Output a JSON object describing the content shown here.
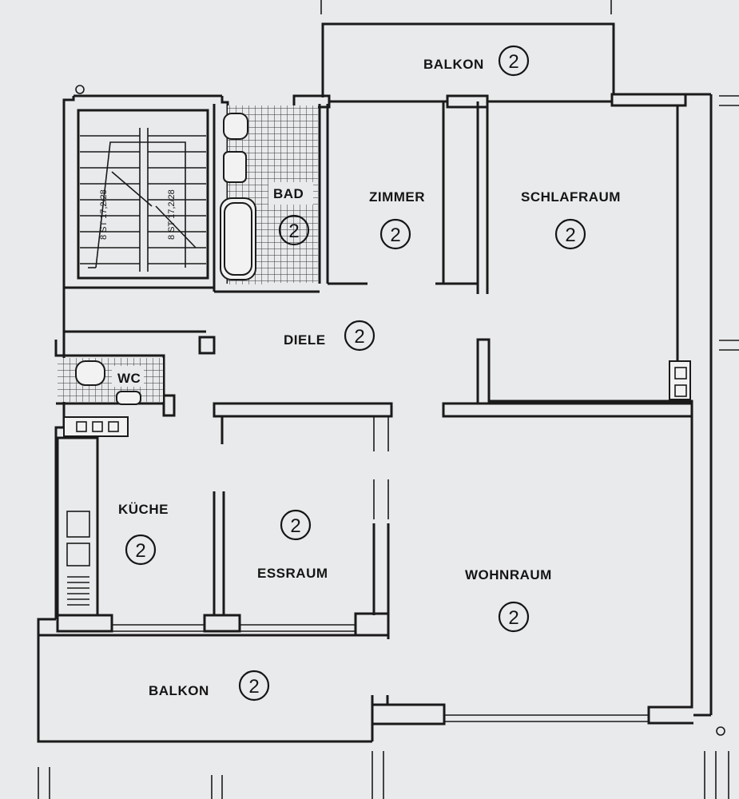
{
  "rooms": [
    {
      "id": "balkon-top",
      "name": "BALKON",
      "number": "2"
    },
    {
      "id": "bad",
      "name": "BAD",
      "number": "2"
    },
    {
      "id": "zimmer",
      "name": "ZIMMER",
      "number": "2"
    },
    {
      "id": "schlafraum",
      "name": "SCHLAFRAUM",
      "number": "2"
    },
    {
      "id": "diele",
      "name": "DIELE",
      "number": "2"
    },
    {
      "id": "wc",
      "name": "WC",
      "number": ""
    },
    {
      "id": "kueche",
      "name": "KÜCHE",
      "number": "2"
    },
    {
      "id": "essraum",
      "name": "ESSRAUM",
      "number": "2"
    },
    {
      "id": "wohnraum",
      "name": "WOHNRAUM",
      "number": "2"
    },
    {
      "id": "balkon-bottom",
      "name": "BALKON",
      "number": "2"
    }
  ],
  "stairs": {
    "left_label": "8 ST 17,2/28",
    "right_label": "8 ST 17,2/28"
  },
  "colors": {
    "line": "#1a1a1a",
    "paper": "#e9eaec"
  }
}
